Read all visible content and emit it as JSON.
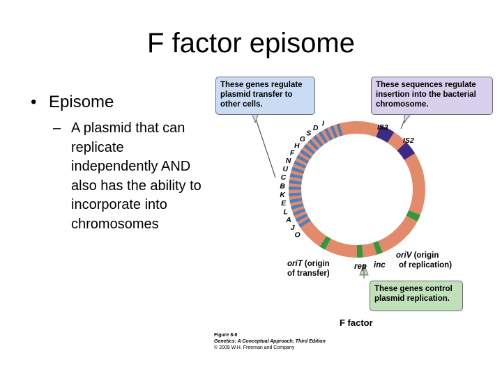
{
  "slide": {
    "title": "F factor episome",
    "bullet_main": "Episome",
    "bullet_sub": "A plasmid that can replicate independently AND also has the ability to incorporate into chromosomes"
  },
  "diagram": {
    "callout_transfer": "These genes regulate plasmid transfer to other cells.",
    "callout_insertion": "These sequences regulate insertion into the bacterial chromosome.",
    "callout_replication": "These genes control plasmid replication.",
    "transfer_genes": [
      "I",
      "D",
      "S",
      "G",
      "H",
      "F",
      "N",
      "U",
      "C",
      "B",
      "K",
      "E",
      "L",
      "A",
      "J",
      "O"
    ],
    "is3_label": "IS3",
    "is2_label": "IS2",
    "oriV_italic": "oriV",
    "oriV_line1_rest": " (origin",
    "oriV_line2": "of replication)",
    "oriT_italic": "oriT",
    "oriT_line1_rest": " (origin",
    "oriT_line2": "of transfer)",
    "rep_label": "rep",
    "inc_label": "inc",
    "figure_name": "F factor",
    "caption_line1": "Figure 8-8",
    "caption_line2": "Genetics: A Conceptual Approach, Third Edition",
    "caption_line3": "© 2009 W.H. Freeman and Company",
    "colors": {
      "ring": "#e38a6a",
      "transfer_stripe": "#4a7fc0",
      "insertion_seq": "#3b2a86",
      "replication_gene": "#2f9a3b"
    }
  }
}
